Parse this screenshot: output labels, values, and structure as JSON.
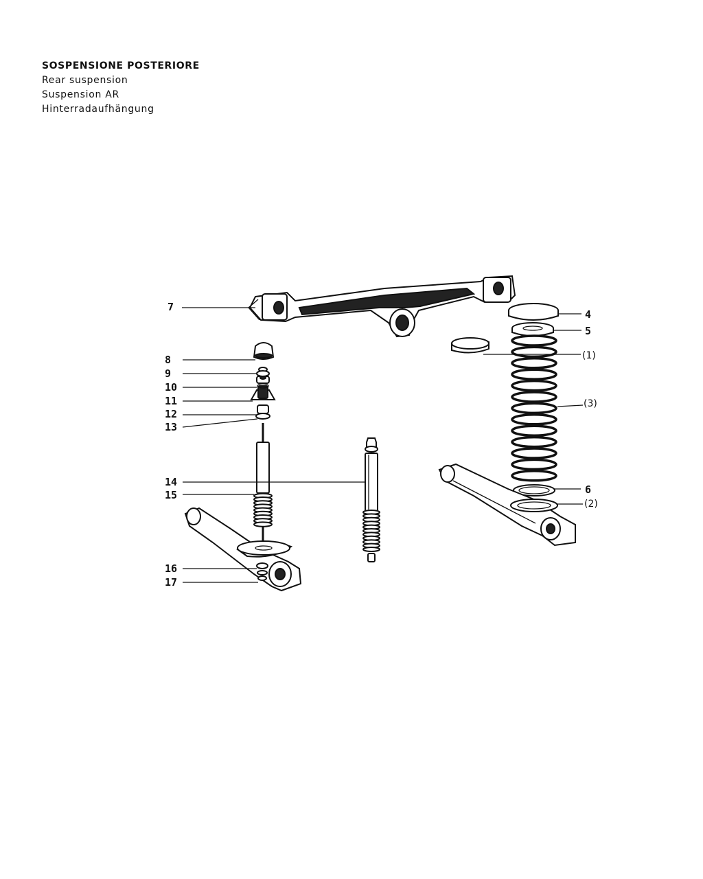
{
  "heading": {
    "title": "SOSPENSIONE POSTERIORE",
    "line_en": "Rear suspension",
    "line_fr": "Suspension AR",
    "line_de": "Hinterradaufhängung"
  },
  "callouts": {
    "c7": "7",
    "c4": "4",
    "c5": "5",
    "c1": "(1)",
    "c3": "(3)",
    "c6": "6",
    "c2": "(2)",
    "c8": "8",
    "c9": "9",
    "c10": "10",
    "c11": "11",
    "c12": "12",
    "c13": "13",
    "c14": "14",
    "c15": "15",
    "c16": "16",
    "c17": "17"
  }
}
